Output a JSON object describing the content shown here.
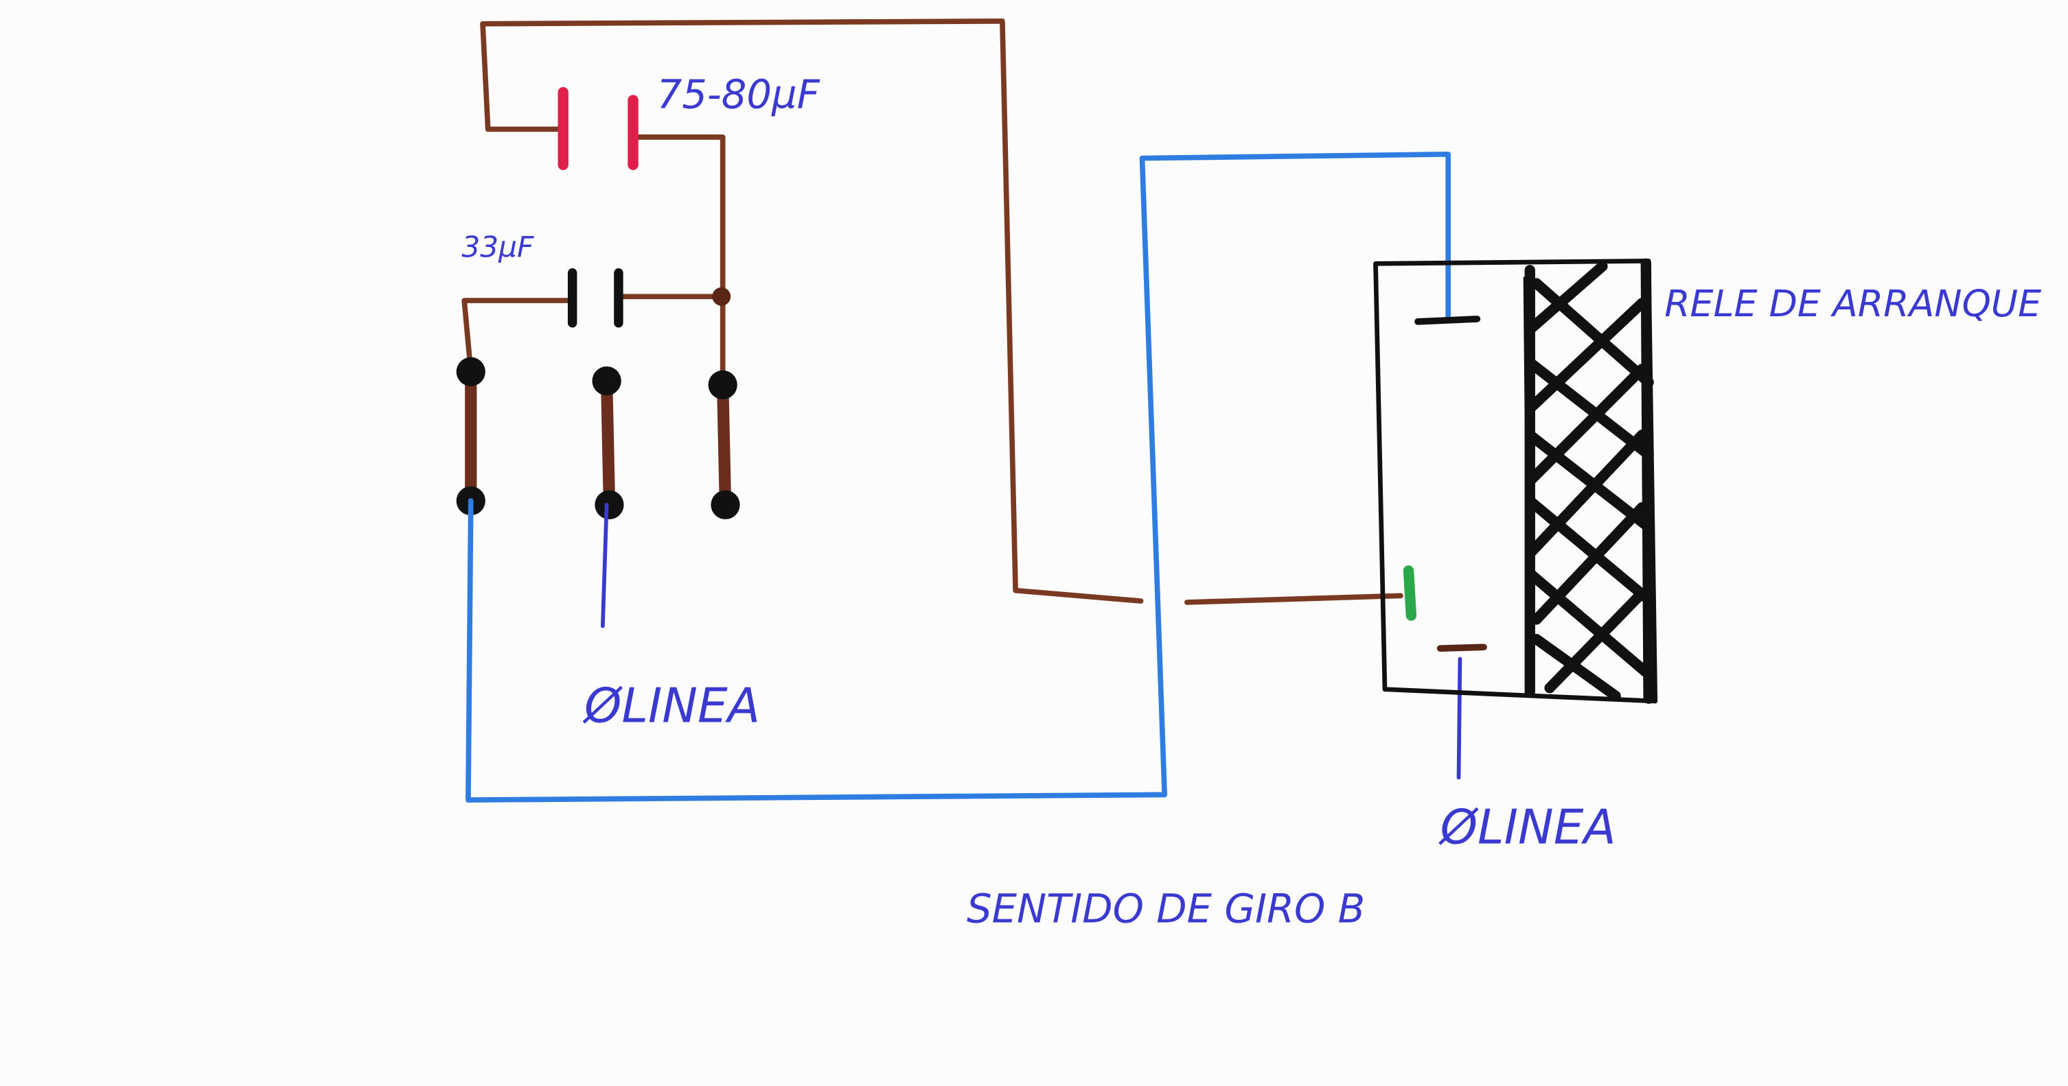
{
  "diagram": {
    "labels": {
      "capacitor_large": "75-80µF",
      "capacitor_small": "33µF",
      "relay": "RELE DE ARRANQUE",
      "line_left": "ØLINEA",
      "line_right": "ØLINEA",
      "caption": "SENTIDO DE GIRO B"
    },
    "colors": {
      "brown_wire": "#7a3a22",
      "blue_wire": "#2f7de0",
      "red_capacitor": "#e0204a",
      "black": "#111111",
      "green_contact": "#2aa84a",
      "label_ink": "#3a3ad0"
    }
  }
}
